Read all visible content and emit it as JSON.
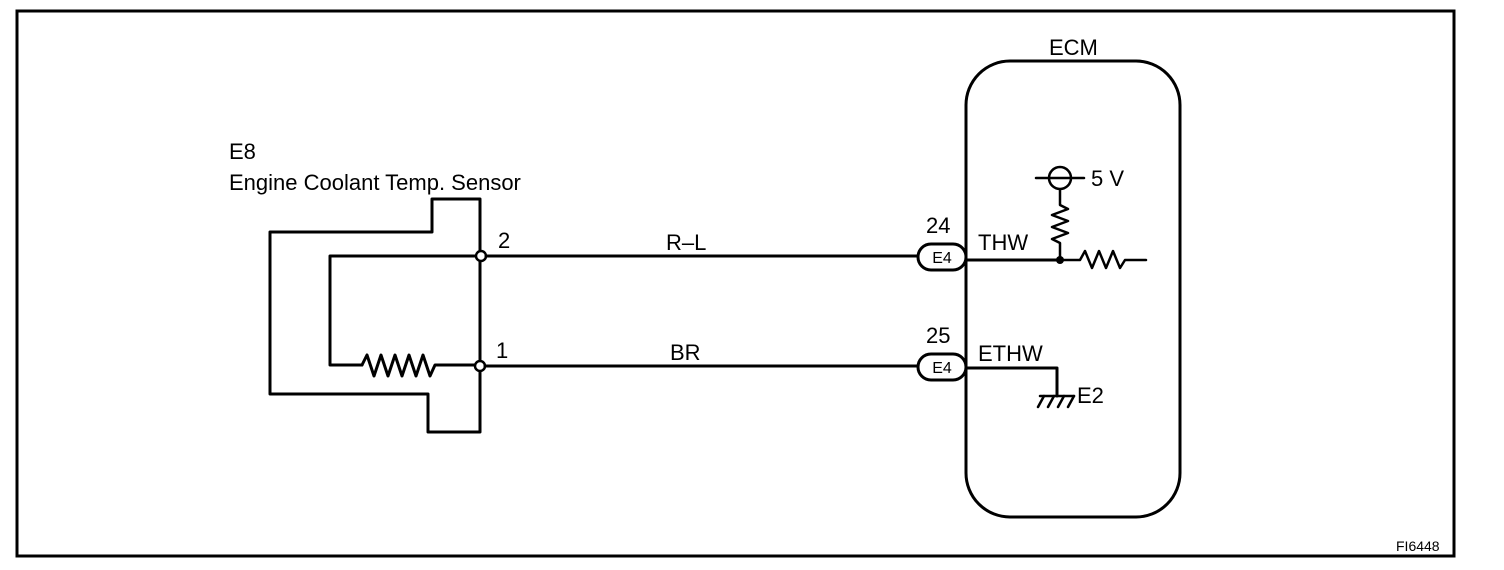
{
  "sensor": {
    "code": "E8",
    "name": "Engine Coolant Temp. Sensor",
    "pins": [
      {
        "number": "2",
        "wire_color": "R–L"
      },
      {
        "number": "1",
        "wire_color": "BR"
      }
    ]
  },
  "ecm": {
    "title": "ECM",
    "connectors": [
      {
        "pin": "24",
        "connector": "E4",
        "terminal": "THW"
      },
      {
        "pin": "25",
        "connector": "E4",
        "terminal": "ETHW"
      }
    ],
    "supply_voltage": "5 V",
    "ground_label": "E2"
  },
  "figure_id": "FI6448"
}
